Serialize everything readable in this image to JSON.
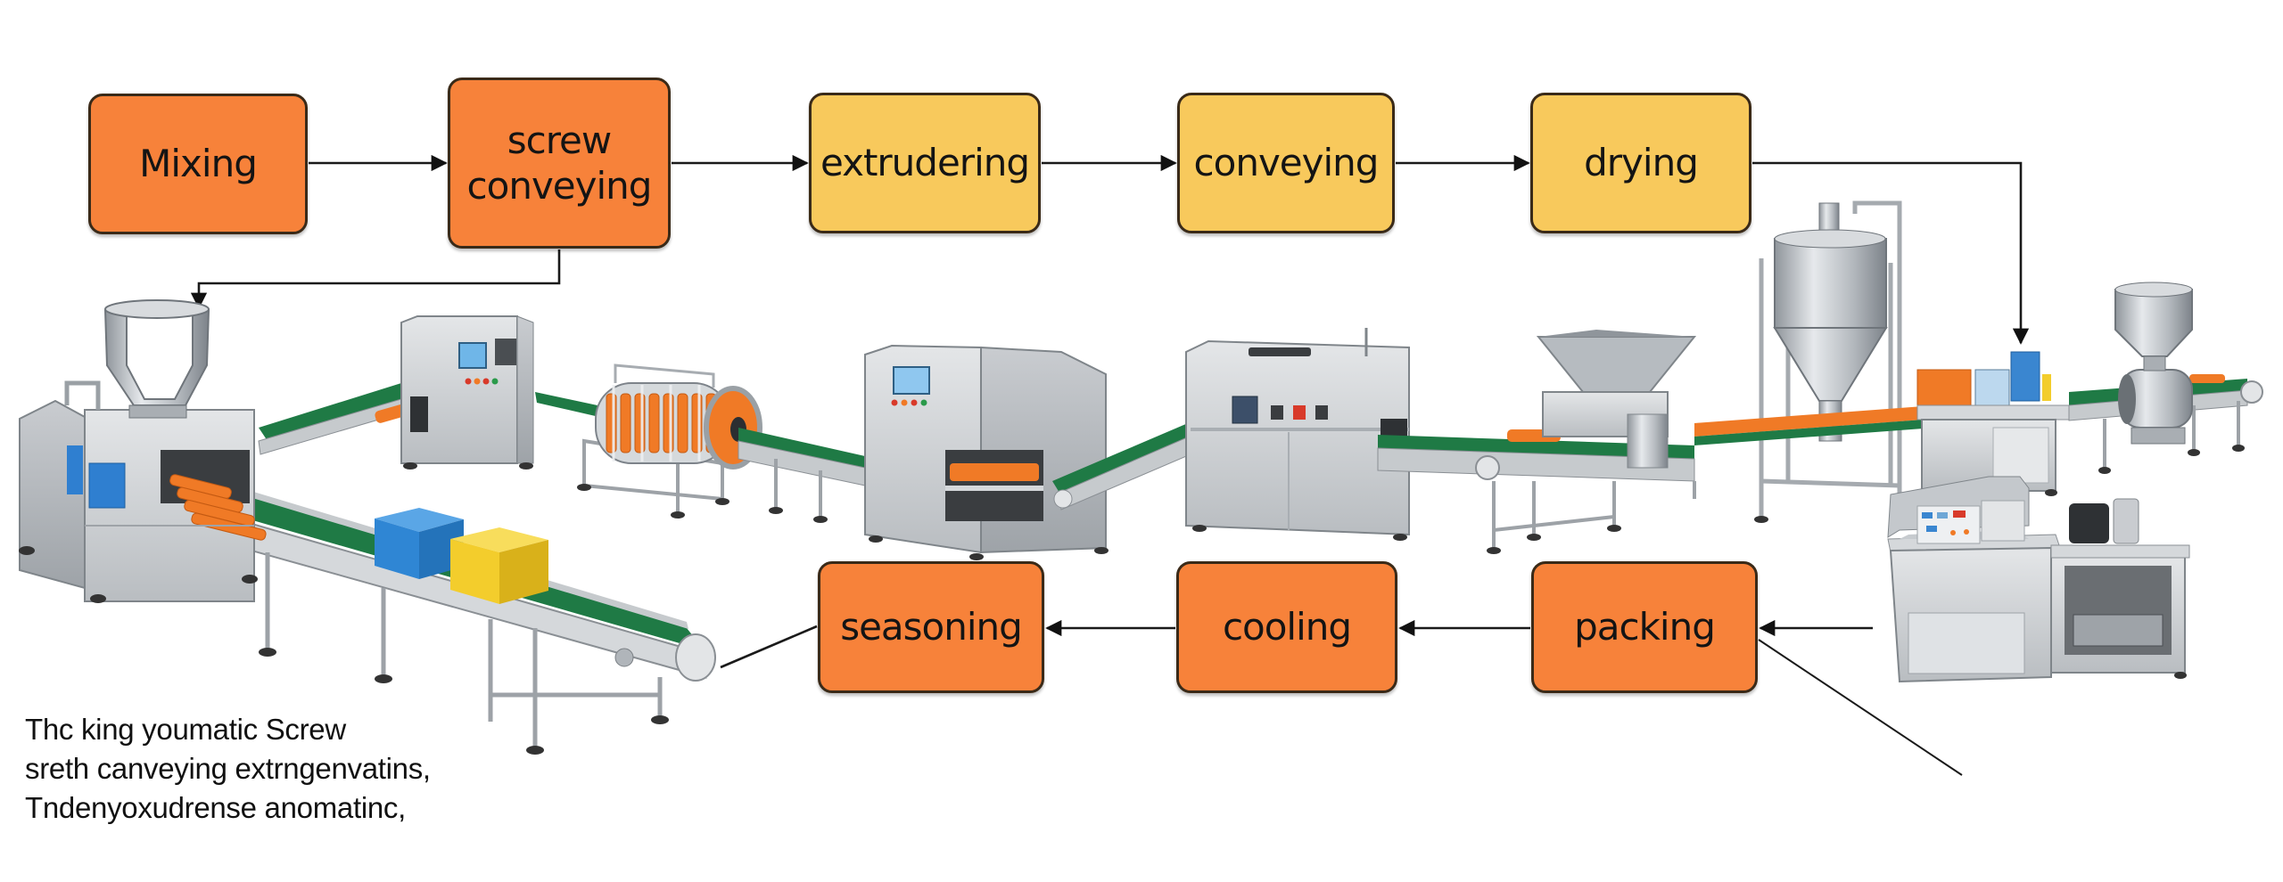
{
  "diagram": {
    "type": "process-flow",
    "steps": [
      {
        "id": "mixing",
        "lines": [
          "Mixing"
        ],
        "color": "#f7823a"
      },
      {
        "id": "screw-conveying",
        "lines": [
          "screw",
          "conveying"
        ],
        "color": "#f7823a"
      },
      {
        "id": "extrudering",
        "lines": [
          "extrudering"
        ],
        "color": "#f8c95c"
      },
      {
        "id": "conveying",
        "lines": [
          "conveying"
        ],
        "color": "#f8c95c"
      },
      {
        "id": "drying",
        "lines": [
          "drying"
        ],
        "color": "#f8c95c"
      },
      {
        "id": "packing",
        "lines": [
          "packing"
        ],
        "color": "#f7823a"
      },
      {
        "id": "cooling",
        "lines": [
          "cooling"
        ],
        "color": "#f7823a"
      },
      {
        "id": "seasoning",
        "lines": [
          "seasoning"
        ],
        "color": "#f7823a"
      }
    ],
    "flow": [
      [
        "mixing",
        "screw-conveying"
      ],
      [
        "screw-conveying",
        "extrudering"
      ],
      [
        "extrudering",
        "conveying"
      ],
      [
        "conveying",
        "drying"
      ],
      [
        "screw-conveying",
        "machine-hopper-mixer"
      ],
      [
        "drying",
        "machine-labeler"
      ],
      [
        "machine-packing-unit",
        "packing"
      ],
      [
        "packing",
        "cooling"
      ],
      [
        "cooling",
        "seasoning"
      ]
    ],
    "machines": [
      "hopper-mixer-with-conveyor",
      "control-cabinet",
      "rotary-drum-dryer",
      "extruder-press",
      "sealing-tunnel",
      "seasoning-hopper",
      "cyclone-silo",
      "labeling-unit",
      "feed-hopper-extruder",
      "packing-workbench"
    ],
    "colors": {
      "orange_step": "#f7823a",
      "yellow_step": "#f8c95c",
      "belt": "#1f7a45",
      "steel": "#c9cdd1",
      "product": "#f07a26",
      "crate_blue": "#2f86d4",
      "crate_yellow": "#f3cd2c"
    }
  },
  "caption": {
    "lines": [
      "Thc king youmatic Screw",
      "sreth canveying extrngenvatins,",
      "Tndenyoxudrense anomatinc,"
    ]
  }
}
